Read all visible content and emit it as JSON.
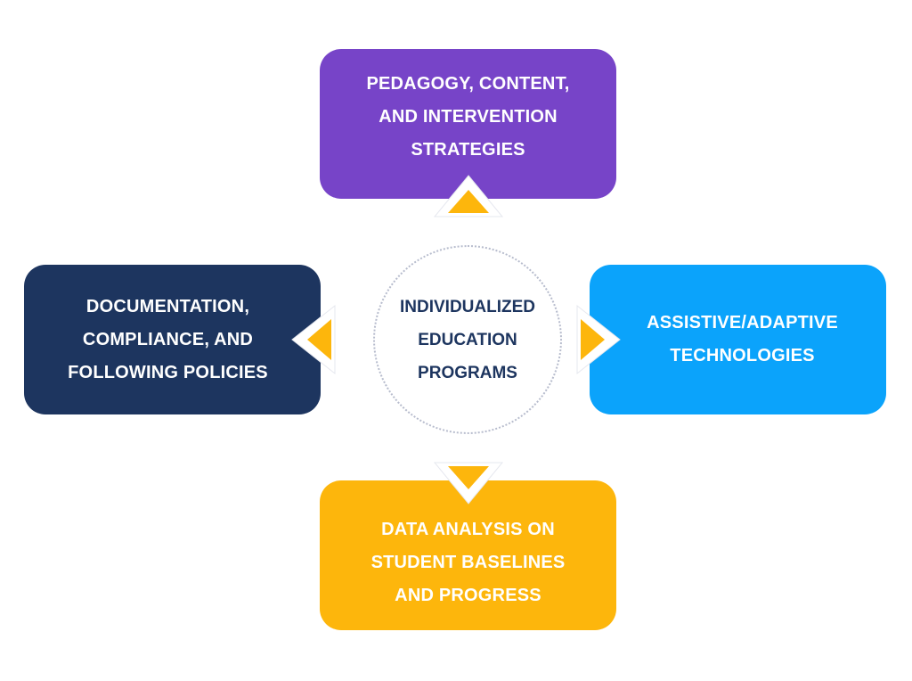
{
  "diagram": {
    "center": {
      "label_lines": [
        "INDIVIDUALIZED",
        "EDUCATION",
        "PROGRAMS"
      ],
      "text_color": "#1d355f",
      "border_color": "#b7bccd"
    },
    "nodes": [
      {
        "id": "top",
        "label_lines": [
          "PEDAGOGY, CONTENT,",
          "AND INTERVENTION",
          "STRATEGIES"
        ],
        "color": "#7744c8"
      },
      {
        "id": "left",
        "label_lines": [
          "DOCUMENTATION,",
          "COMPLIANCE, AND",
          "FOLLOWING POLICIES"
        ],
        "color": "#1d355f"
      },
      {
        "id": "right",
        "label_lines": [
          "ASSISTIVE/ADAPTIVE",
          "TECHNOLOGIES"
        ],
        "color": "#0ba3fb"
      },
      {
        "id": "bottom",
        "label_lines": [
          "DATA ANALYSIS ON",
          "STUDENT BASELINES",
          "AND PROGRESS"
        ],
        "color": "#fdb60c"
      }
    ],
    "arrow_color": "#fdb60c",
    "arrow_directions": {
      "top": "up",
      "left": "left",
      "right": "right",
      "bottom": "down"
    }
  }
}
